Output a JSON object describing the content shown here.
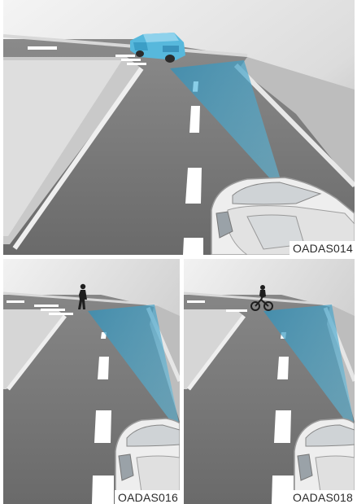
{
  "figures": [
    {
      "id": "top",
      "caption": "OADAS014",
      "target": "vehicle"
    },
    {
      "id": "bottom-left",
      "caption": "OADAS016",
      "target": "pedestrian"
    },
    {
      "id": "bottom-right",
      "caption": "OADAS018",
      "target": "cyclist"
    }
  ],
  "colors": {
    "road": "#747474",
    "curb": "#cfcfcf",
    "sky": "#e6e6e6",
    "sensor_cone": "#3ea9d1",
    "target_vehicle": "#57b8dc",
    "ego_vehicle": "#eeeeee",
    "lane_marking": "#ffffff"
  }
}
